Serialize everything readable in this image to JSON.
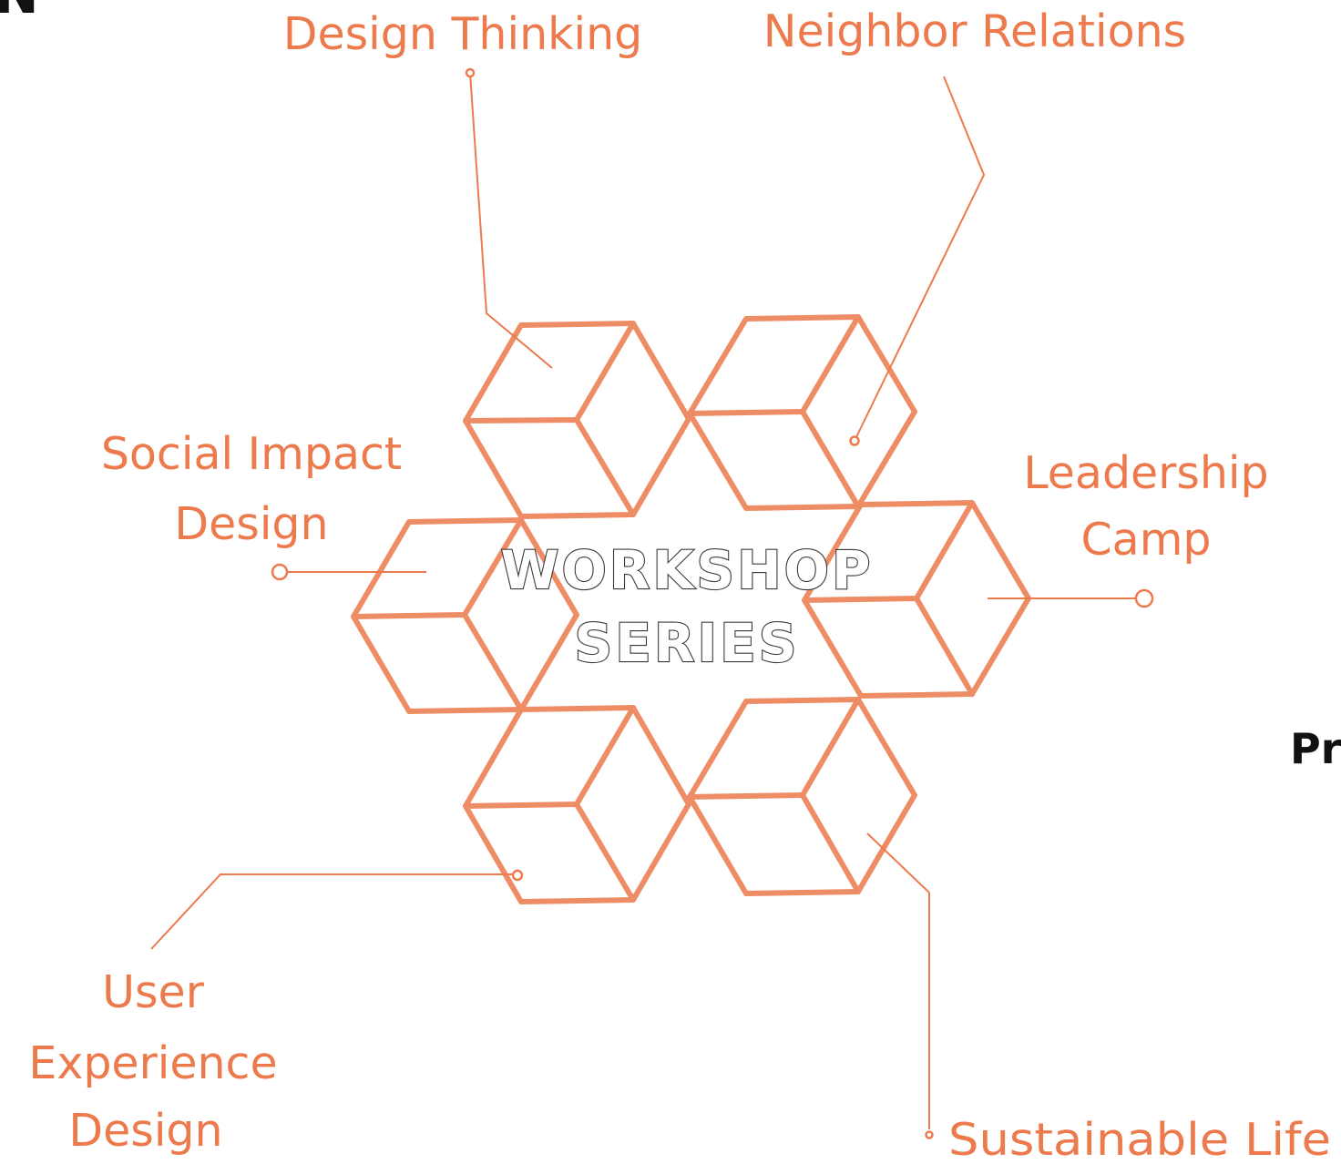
{
  "labels": {
    "design_thinking": "Design Thinking",
    "neighbor_relations": "Neighbor Relations",
    "social_impact_design": [
      "Social Impact",
      "Design"
    ],
    "leadership_camp": [
      "Leadership",
      "Camp"
    ],
    "user_experience_design": [
      "User",
      "Experience",
      "Design"
    ],
    "sustainable_life": "Sustainable Life"
  },
  "center": {
    "line1": "WORKSHOP",
    "line2": "SERIES"
  },
  "edge_fragments": {
    "top_left": "N",
    "right": "Pr"
  },
  "colors": {
    "accent": "#ec7a4c",
    "cube_stroke": "#ee8d65",
    "title_outline": "#3a3a3a",
    "background": "#ffffff"
  }
}
